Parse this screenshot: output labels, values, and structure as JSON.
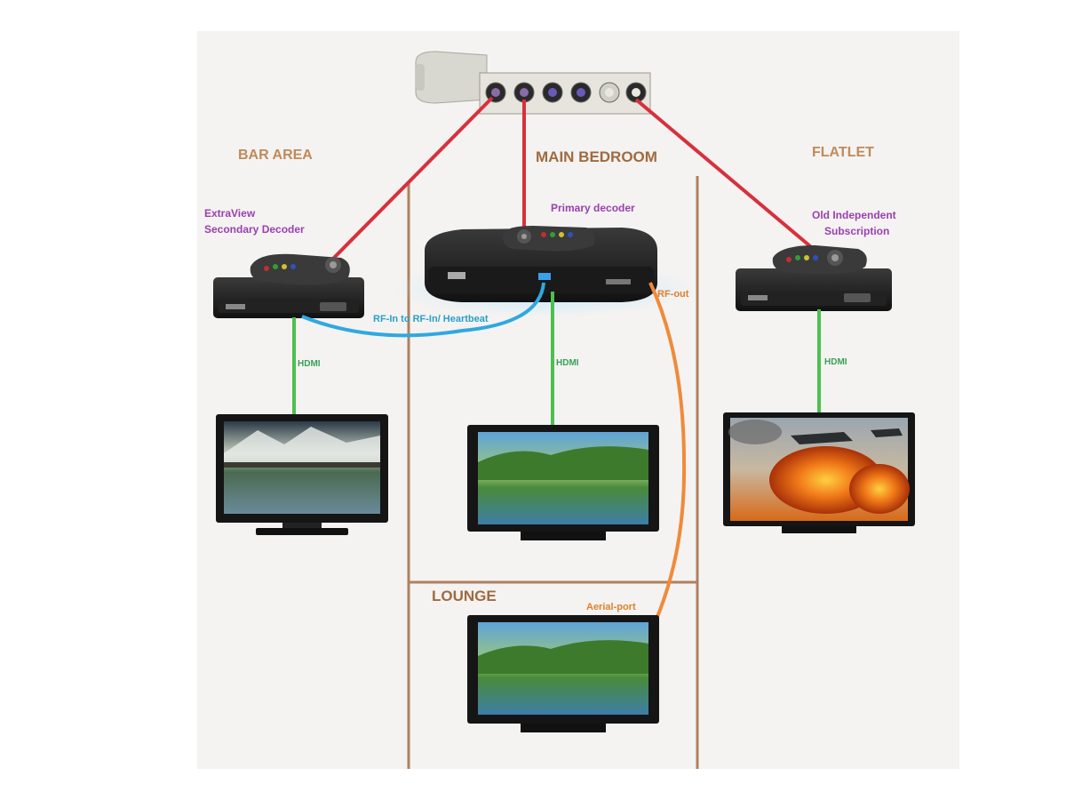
{
  "rooms": {
    "bar_area": "BAR AREA",
    "main_bedroom": "MAIN BEDROOM",
    "flatlet": "FLATLET",
    "lounge": "LOUNGE"
  },
  "devices": {
    "secondary_line1": "ExtraView",
    "secondary_line2": "Secondary Decoder",
    "primary": "Primary decoder",
    "independent_line1": "Old Independent",
    "independent_line2": "Subscription"
  },
  "connections": {
    "hdmi": "HDMI",
    "rf_link": "RF-In to RF-In/ Heartbeat",
    "rf_out": "RF-out",
    "aerial_port": "Aerial-port"
  },
  "colors": {
    "satellite_cable": "#d8303c",
    "hdmi_cable": "#4cc050",
    "rf_link_cable": "#30a8e0",
    "rf_out_cable": "#f08a3a",
    "room_divider": "#b08060",
    "background_panel": "#f4f3f1"
  },
  "icons": [
    "lnb-dish-icon",
    "decoder-icon",
    "remote-icon",
    "tv-icon"
  ]
}
